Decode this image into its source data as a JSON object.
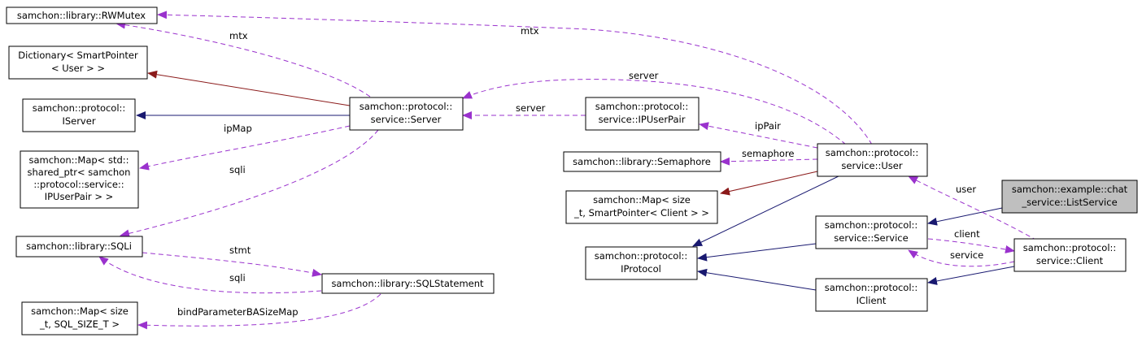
{
  "colors": {
    "usage": "#9a32cd",
    "inherit": "#191970",
    "template": "#8b1a1a",
    "highlight": "#bfbfbf"
  },
  "nodes": {
    "rwmutex": {
      "lines": [
        "samchon::library::RWMutex"
      ]
    },
    "dictionary": {
      "lines": [
        "Dictionary< SmartPointer",
        "< User > >"
      ]
    },
    "iserver": {
      "lines": [
        "samchon::protocol::",
        "IServer"
      ]
    },
    "mapipuser": {
      "lines": [
        "samchon::Map< std::",
        "shared_ptr< samchon",
        "::protocol::service::",
        "IPUserPair > >"
      ]
    },
    "sqli": {
      "lines": [
        "samchon::library::SQLi"
      ]
    },
    "mapsizet": {
      "lines": [
        "samchon::Map< size",
        "_t, SQL_SIZE_T >"
      ]
    },
    "sqlstmt": {
      "lines": [
        "samchon::library::SQLStatement"
      ]
    },
    "server": {
      "lines": [
        "samchon::protocol::",
        "service::Server"
      ]
    },
    "ipuserpair": {
      "lines": [
        "samchon::protocol::",
        "service::IPUserPair"
      ]
    },
    "semaphore": {
      "lines": [
        "samchon::library::Semaphore"
      ]
    },
    "mapclient": {
      "lines": [
        "samchon::Map< size",
        "_t, SmartPointer< Client > >"
      ]
    },
    "iprotocol": {
      "lines": [
        "samchon::protocol::",
        "IProtocol"
      ]
    },
    "user": {
      "lines": [
        "samchon::protocol::",
        "service::User"
      ]
    },
    "service": {
      "lines": [
        "samchon::protocol::",
        "service::Service"
      ]
    },
    "iclient": {
      "lines": [
        "samchon::protocol::",
        "IClient"
      ]
    },
    "listservice": {
      "lines": [
        "samchon::example::chat",
        "_service::ListService"
      ]
    },
    "client": {
      "lines": [
        "samchon::protocol::",
        "service::Client"
      ]
    }
  },
  "edge_labels": {
    "mtx_server": "mtx",
    "mtx_user": "mtx",
    "ipmap": "ipMap",
    "sqli_server": "sqli",
    "stmt": "stmt",
    "sqli_stmt": "sqli",
    "bindparam": "bindParameterBASizeMap",
    "server_user": "server",
    "server_ippair": "server",
    "ippair": "ipPair",
    "semaphore": "semaphore",
    "user": "user",
    "client": "client",
    "service": "service"
  }
}
